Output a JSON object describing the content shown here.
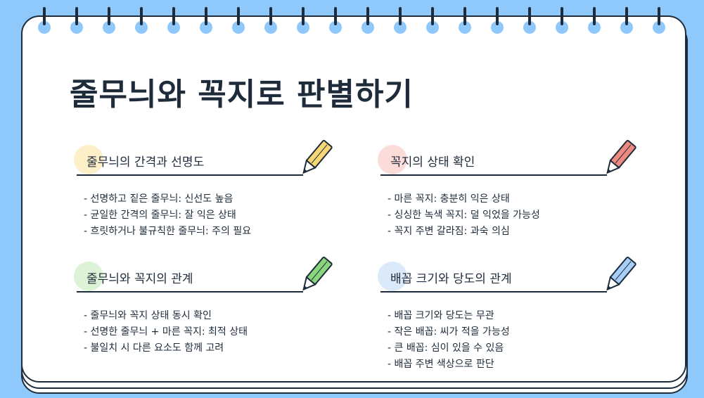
{
  "title": "줄무늬와 꼭지로 판별하기",
  "sections": [
    {
      "title": "줄무늬의 간격과 선명도",
      "accent": "#fdf0c8",
      "pencil_color": "#f7d774",
      "pencil_icon": "yellow-pencil-icon",
      "items": [
        "- 선명하고 짙은 줄무늬: 신선도 높음",
        "- 균일한 간격의 줄무늬: 잘 익은 상태",
        "- 흐릿하거나 불규칙한 줄무늬: 주의 필요"
      ]
    },
    {
      "title": "꼭지의 상태 확인",
      "accent": "#fbdcd8",
      "pencil_color": "#ef8a80",
      "pencil_icon": "red-pencil-icon",
      "items": [
        "- 마른 꼭지: 충분히 익은 상태",
        "- 싱싱한 녹색 꼭지: 덜 익었을 가능성",
        "- 꼭지 주변 갈라짐: 과숙 의심"
      ]
    },
    {
      "title": "줄무늬와 꼭지의 관계",
      "accent": "#dcf3d8",
      "pencil_color": "#8ad67c",
      "pencil_icon": "green-pencil-icon",
      "items": [
        "- 줄무늬와 꼭지 상태 동시 확인",
        "- 선명한 줄무늬 + 마른 꼭지: 최적 상태",
        "- 불일치 시 다른 요소도 함께 고려"
      ]
    },
    {
      "title": "배꼽 크기와 당도의 관계",
      "accent": "#dbeafb",
      "pencil_color": "#a8cdf7",
      "pencil_icon": "blue-pencil-icon",
      "items": [
        "- 배꼽 크기와 당도는 무관",
        "- 작은 배꼽: 씨가 적을 가능성",
        "- 큰 배꼽: 심이 있을 수 있음",
        "- 배꼽 주변 색상으로 판단"
      ]
    }
  ]
}
